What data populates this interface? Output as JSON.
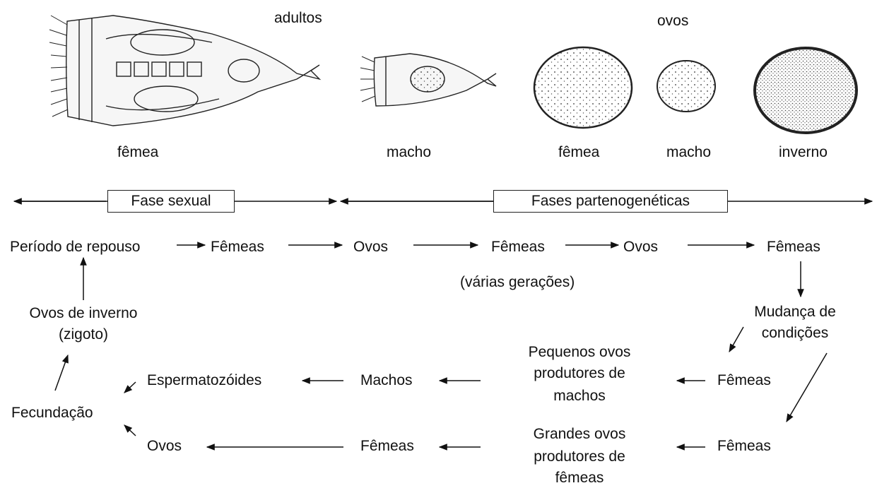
{
  "headers": {
    "adults": "adultos",
    "eggs": "ovos"
  },
  "specimen_labels": {
    "adult_female": "fêmea",
    "adult_male": "macho",
    "egg_female": "fêmea",
    "egg_male": "macho",
    "egg_winter": "inverno"
  },
  "phases": {
    "sexual": "Fase sexual",
    "parthenogenetic": "Fases partenogenéticas"
  },
  "cycle": {
    "rest_period": "Período de repouso",
    "females_1": "Fêmeas",
    "eggs_1": "Ovos",
    "females_2": "Fêmeas",
    "eggs_2": "Ovos",
    "females_3": "Fêmeas",
    "several_generations": "(várias gerações)",
    "change_line1": "Mudança de",
    "change_line2": "condições",
    "females_small": "Fêmeas",
    "small_eggs_line1": "Pequenos ovos",
    "small_eggs_line2": "produtores de",
    "small_eggs_line3": "machos",
    "males": "Machos",
    "sperm": "Espermatozóides",
    "fertilization": "Fecundação",
    "eggs_final": "Ovos",
    "females_large": "Fêmeas",
    "large_eggs_line1": "Grandes ovos",
    "large_eggs_line2": "produtores de",
    "large_eggs_line3": "fêmeas",
    "females_4": "Fêmeas",
    "winter_eggs_line1": "Ovos de inverno",
    "winter_eggs_line2": "(zigoto)"
  }
}
